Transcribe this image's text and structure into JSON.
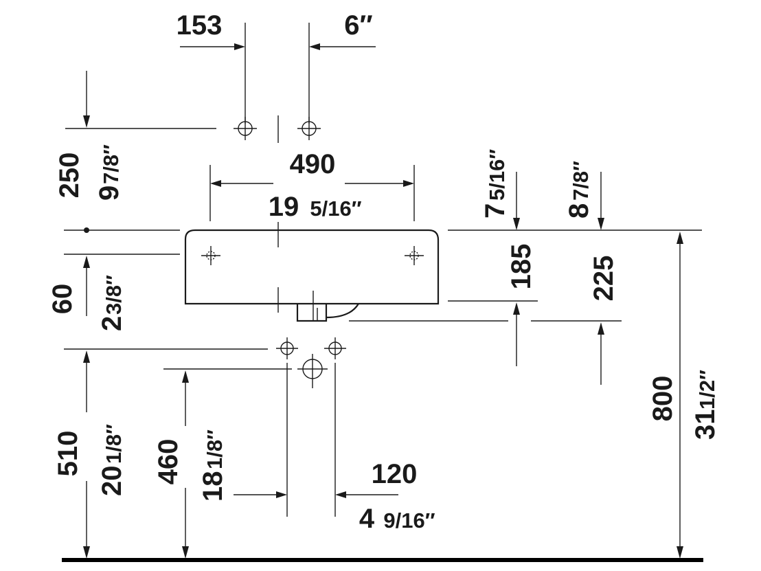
{
  "dimensions": {
    "tap_spacing_mm": "153",
    "tap_spacing_in": "6″",
    "tap_height_mm": "250",
    "tap_height_in_whole": "9",
    "tap_height_in_frac": "7/8″",
    "basin_width_mm": "490",
    "basin_width_in_whole": "19",
    "basin_width_in_frac": "5/16″",
    "mount_offset_in_whole": "7",
    "mount_offset_in_frac": "5/16″",
    "mount_offset_mm": "185",
    "overall_depth_in_whole": "8",
    "overall_depth_in_frac": "7/8″",
    "overall_depth_mm": "225",
    "fixing_offset_mm": "60",
    "fixing_offset_in_whole": "2",
    "fixing_offset_in_frac": "3/8″",
    "supply_height_mm": "510",
    "supply_height_in_whole": "20",
    "supply_height_in_frac": "1/8″",
    "drain_height_mm": "460",
    "drain_height_in_whole": "18",
    "drain_height_in_frac": "1/8″",
    "supply_spacing_mm": "120",
    "supply_spacing_in_whole": "4",
    "supply_spacing_in_frac": "9/16″",
    "rim_height_mm": "800",
    "rim_height_in_whole": "31",
    "rim_height_in_frac": "1/2″"
  }
}
